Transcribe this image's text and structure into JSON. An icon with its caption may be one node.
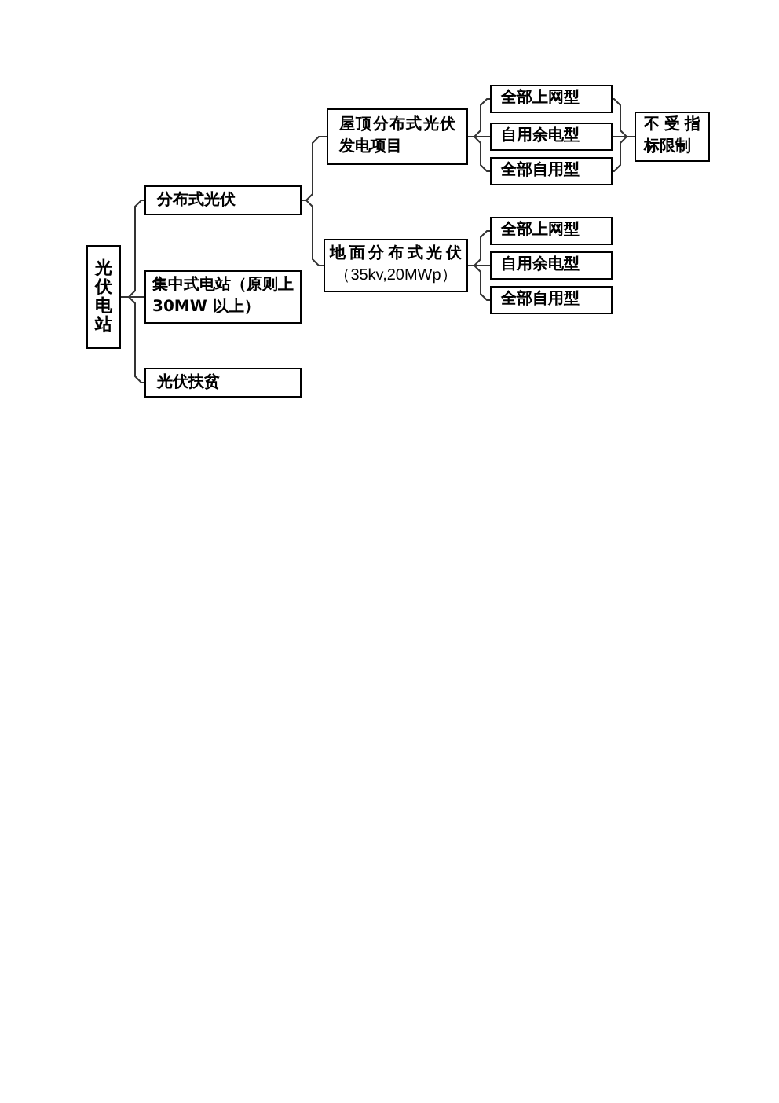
{
  "diagram": {
    "nodes": [
      {
        "text": [
          "光伏电站"
        ]
      },
      {
        "text": [
          "分布式光伏"
        ]
      },
      {
        "text": [
          "集中式电站（原则上30MW 以上）"
        ]
      },
      {
        "text": [
          "光伏扶贫"
        ]
      },
      {
        "text": [
          "屋顶分布式光伏发电项目"
        ]
      },
      {
        "text": [
          "地面分布式光伏",
          "（35kv,20MWp）"
        ]
      },
      {
        "text": [
          "全部上网型"
        ]
      },
      {
        "text": [
          "自用余电型"
        ]
      },
      {
        "text": [
          "全部自用型"
        ]
      },
      {
        "text": [
          "全部上网型"
        ]
      },
      {
        "text": [
          "自用余电型"
        ]
      },
      {
        "text": [
          "全部自用型"
        ]
      },
      {
        "text": [
          "不受指标限制"
        ]
      }
    ],
    "edges": [
      {
        "from": 0,
        "to": 1,
        "arrow": "none"
      },
      {
        "from": 0,
        "to": 2,
        "arrow": "none"
      },
      {
        "from": 0,
        "to": 3,
        "arrow": "none"
      },
      {
        "from": 1,
        "to": 4,
        "arrow": "none"
      },
      {
        "from": 1,
        "to": 5,
        "arrow": "none"
      },
      {
        "from": 4,
        "to": 6,
        "arrow": "none"
      },
      {
        "from": 4,
        "to": 7,
        "arrow": "none"
      },
      {
        "from": 4,
        "to": 8,
        "arrow": "none"
      },
      {
        "from": 5,
        "to": 9,
        "arrow": "none"
      },
      {
        "from": 5,
        "to": 10,
        "arrow": "none"
      },
      {
        "from": 5,
        "to": 11,
        "arrow": "none"
      },
      {
        "from": 6,
        "to": 12,
        "arrow": "none"
      },
      {
        "from": 7,
        "to": 12,
        "arrow": "none"
      },
      {
        "from": 8,
        "to": 12,
        "arrow": "none"
      }
    ]
  }
}
